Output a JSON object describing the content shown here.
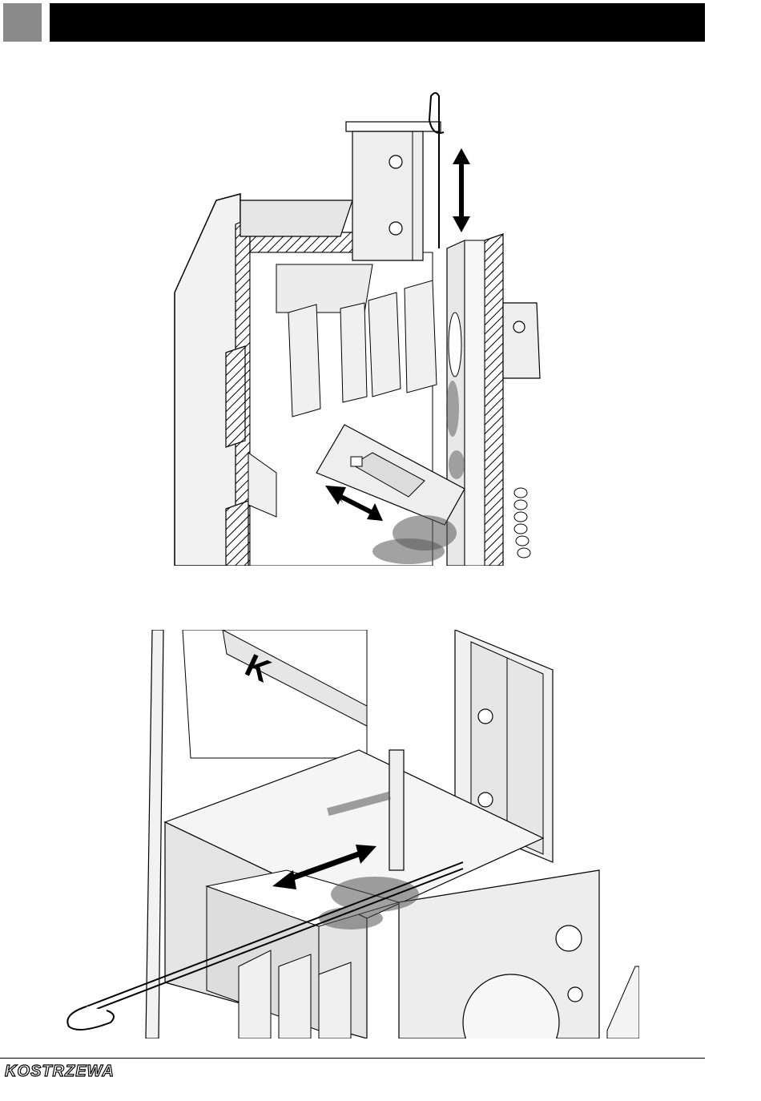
{
  "footer": {
    "logo_text": "KOSTRZEWA"
  },
  "colors": {
    "header_square": "#8a8a8a",
    "header_bar": "#000000"
  },
  "figures": [
    {
      "name": "burner-cleaning-vertical-view",
      "icon": "double-arrow-icon"
    },
    {
      "name": "burner-cleaning-top-view",
      "icon": "double-arrow-icon"
    }
  ]
}
